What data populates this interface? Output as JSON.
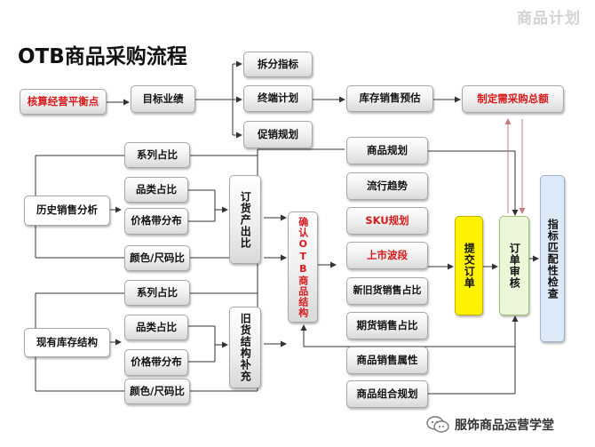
{
  "watermark": "商品计划",
  "title": "OTB商品采购流程",
  "nodes": {
    "breakeven": "核算经营平衡点",
    "target": "目标业绩",
    "split": "拆分指标",
    "terminal_plan": "终端计划",
    "promo_plan": "促销规划",
    "inventory_forecast": "库存销售预估",
    "budget_total": "制定需采购总额",
    "history_analysis": "历史销售分析",
    "h_series": "系列占比",
    "h_category": "品类占比",
    "h_price": "价格带分布",
    "h_color": "颜色/尺码比",
    "order_ratio": "订货产出比",
    "stock_structure": "现有库存结构",
    "s_series": "系列占比",
    "s_category": "品类占比",
    "s_price": "价格带分布",
    "s_color": "颜色/尺码比",
    "old_stock": "旧货结构补充",
    "confirm_otb": "确认OTB商品结构",
    "product_plan": "商品规划",
    "trend": "流行趋势",
    "sku_plan": "SKU规划",
    "launch_wave": "上市波段",
    "new_old_ratio": "新旧货销售占比",
    "period_ratio": "期货销售占比",
    "sales_attr": "商品销售属性",
    "combo_plan": "商品组合规划",
    "submit_order": "提交订单",
    "order_review": "订单审核",
    "indicator_check": "指标匹配性检查"
  },
  "footer": {
    "account": "服饰商品运营学堂"
  },
  "colors": {
    "accent_red": "#d7191c",
    "submit_yellow": "#fff200",
    "review_green": "#ebf7d8",
    "check_blue": "#dde9f7",
    "arrow_red": "#c87b7b"
  }
}
